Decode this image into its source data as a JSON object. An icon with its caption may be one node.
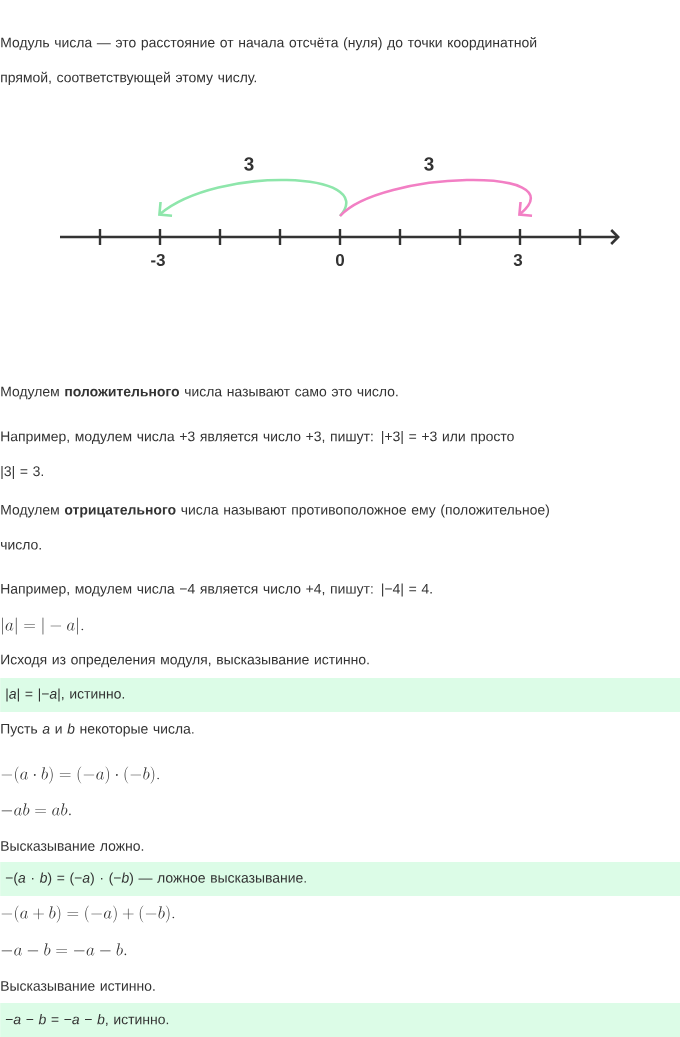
{
  "diagram": {
    "nodes": [
      {
        "text": [
          "-3"
        ]
      },
      {
        "text": [
          "0"
        ]
      },
      {
        "text": [
          "3"
        ]
      },
      {
        "text": [
          "|*a*| = |−*a*|, истинно."
        ]
      },
      {
        "text": [
          "−(*a* · *b*) = (−*a*) · (−*b*) — ложное высказывание."
        ]
      },
      {
        "text": [
          "−*a* − *b* = −*a* − *b*, истинно."
        ]
      }
    ],
    "edges": [
      {
        "from": 1,
        "to": 0,
        "arrow": "to",
        "label": "3",
        "color": "#8ee6ab"
      },
      {
        "from": 1,
        "to": 2,
        "arrow": "to",
        "label": "3",
        "color": "#f27fc4"
      }
    ],
    "labels": [
      "Модуль числа — это расстояние от начала отсчёта (нуля) до точки координатной прямой, соответствующей этому числу.",
      "Модулем **положительного** числа называют само это число.",
      "Например, модулем числа +3 является число +3, пишут: |+3| = +3 или просто |3| = 3.",
      "Модулем **отрицательного** числа называют противоположное ему (положительное) число.",
      "Например, модулем числа −4 является число +4, пишут: |−4| = 4.",
      "|a|=|-a|.",
      "Исходя из определения модуля, высказывание истинно.",
      "Пусть *a* и *b* некоторые числа.",
      "-(a\\cdot b)=(-a)\\cdot(-b).",
      "-ab=ab.",
      "Высказывание ложно.",
      "-(a+b)=(-a)+(-b).",
      "-a-b=-a-b.",
      "Высказывание истинно."
    ]
  }
}
